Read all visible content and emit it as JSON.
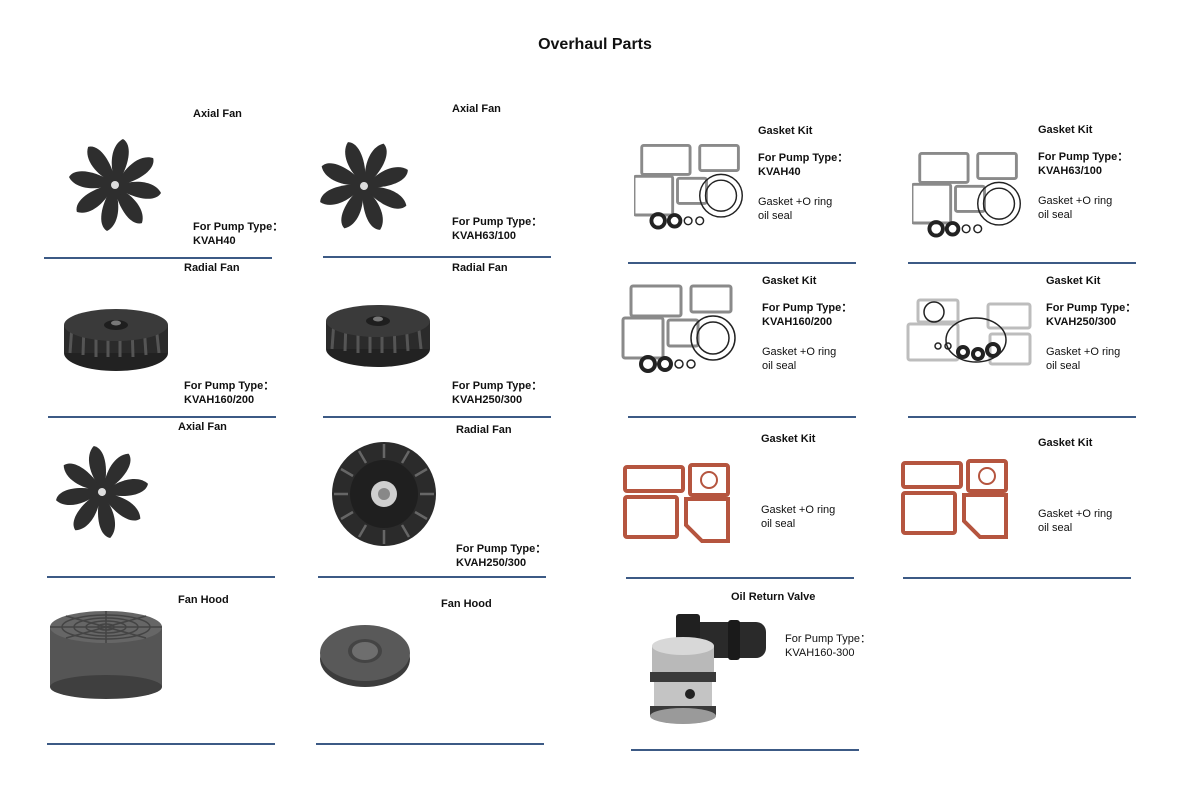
{
  "page": {
    "title": "Overhaul Parts"
  },
  "items": [
    {
      "name": "Axial Fan",
      "pump_label": "For Pump Type：",
      "pump_value": "KVAH40"
    },
    {
      "name": "Axial Fan",
      "pump_label": "For Pump Type：",
      "pump_value": "KVAH63/100"
    },
    {
      "name": "Radial Fan",
      "pump_label": "For Pump Type：",
      "pump_value": "KVAH160/200"
    },
    {
      "name": "Radial Fan",
      "pump_label": "For Pump Type：",
      "pump_value": "KVAH250/300"
    },
    {
      "name": "Axial Fan"
    },
    {
      "name": "Radial Fan",
      "pump_label": "For Pump Type：",
      "pump_value": "KVAH250/300"
    },
    {
      "name": "Fan Hood"
    },
    {
      "name": "Fan Hood"
    },
    {
      "name": "Gasket Kit",
      "pump_label": "For Pump Type：",
      "pump_value": "KVAH40",
      "desc": "Gasket +O ring\noil seal"
    },
    {
      "name": "Gasket Kit",
      "pump_label": "For Pump Type：",
      "pump_value": "KVAH63/100",
      "desc": "Gasket +O ring\noil seal"
    },
    {
      "name": "Gasket Kit",
      "pump_label": "For Pump Type：",
      "pump_value": "KVAH160/200",
      "desc": "Gasket +O ring\noil seal"
    },
    {
      "name": "Gasket Kit",
      "pump_label": "For Pump Type：",
      "pump_value": "KVAH250/300",
      "desc": "Gasket +O ring\noil seal"
    },
    {
      "name": "Gasket Kit",
      "desc": "Gasket +O ring\noil seal"
    },
    {
      "name": "Gasket Kit",
      "desc": "Gasket +O ring\noil seal"
    },
    {
      "name": "Oil Return Valve",
      "pump_label": "For Pump Type：",
      "pump_value": "KVAH160-300"
    }
  ],
  "colors": {
    "rule": "#3c5a85",
    "fan": "#2e2e2e",
    "hood": "#555555",
    "gasket_gray": "#8a8a8a",
    "gasket_red": "#b5553f"
  }
}
